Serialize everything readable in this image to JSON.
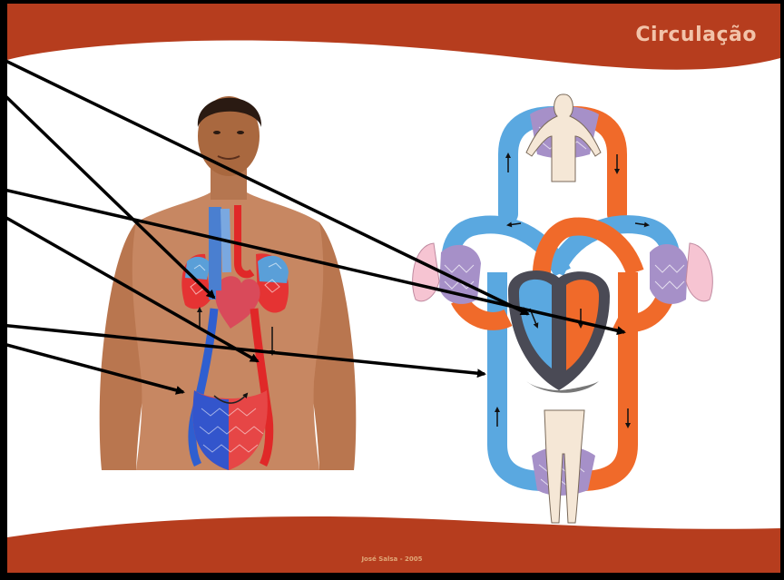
{
  "slide": {
    "title": "Circulação",
    "footer": "José Salsa - 2005"
  },
  "colors": {
    "banner": "#b63d1e",
    "venous_blood": "#5aa8e0",
    "arterial_blood": "#f06a2a",
    "capillary_bed": "#a690c8",
    "heart_wall": "#4a4a55",
    "lung": "#f6c4d2",
    "skin": "#c78762"
  },
  "figures": {
    "left": "human-torso-circulatory-system",
    "right": "double-circulation-schematic"
  },
  "pointer_arrows": 6
}
